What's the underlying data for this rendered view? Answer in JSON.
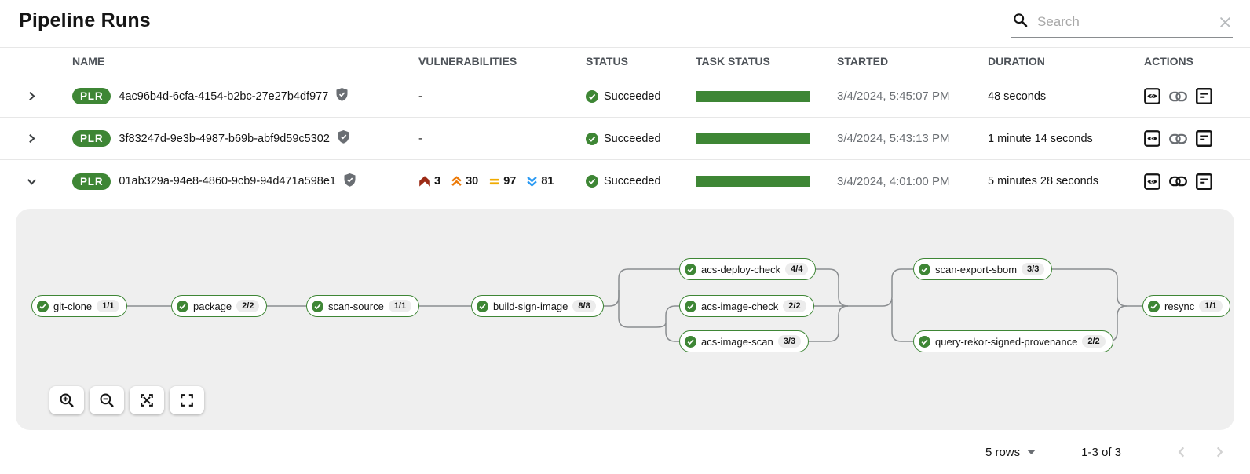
{
  "page": {
    "title": "Pipeline Runs"
  },
  "search": {
    "placeholder": "Search"
  },
  "table": {
    "columns": [
      "NAME",
      "VULNERABILITIES",
      "STATUS",
      "TASK STATUS",
      "STARTED",
      "DURATION",
      "ACTIONS"
    ],
    "rows": [
      {
        "badge": "PLR",
        "name": "4ac96b4d-6cfa-4154-b2bc-27e27b4df977",
        "vulnerabilities": "-",
        "status": "Succeeded",
        "started": "3/4/2024, 5:45:07 PM",
        "duration": "48 seconds",
        "expanded": false
      },
      {
        "badge": "PLR",
        "name": "3f83247d-9e3b-4987-b69b-abf9d59c5302",
        "vulnerabilities": "-",
        "status": "Succeeded",
        "started": "3/4/2024, 5:43:13 PM",
        "duration": "1 minute 14 seconds",
        "expanded": false
      },
      {
        "badge": "PLR",
        "name": "01ab329a-94e8-4860-9cb9-94d471a598e1",
        "vulnerabilities": {
          "critical": "3",
          "high": "30",
          "medium": "97",
          "low": "81"
        },
        "status": "Succeeded",
        "started": "3/4/2024, 4:01:00 PM",
        "duration": "5 minutes 28 seconds",
        "expanded": true
      }
    ]
  },
  "pipeline_graph": {
    "tasks": [
      {
        "name": "git-clone",
        "count": "1/1"
      },
      {
        "name": "package",
        "count": "2/2"
      },
      {
        "name": "scan-source",
        "count": "1/1"
      },
      {
        "name": "build-sign-image",
        "count": "8/8"
      },
      {
        "name": "acs-deploy-check",
        "count": "4/4"
      },
      {
        "name": "acs-image-check",
        "count": "2/2"
      },
      {
        "name": "acs-image-scan",
        "count": "3/3"
      },
      {
        "name": "scan-export-sbom",
        "count": "3/3"
      },
      {
        "name": "query-rekor-signed-provenance",
        "count": "2/2"
      },
      {
        "name": "resync",
        "count": "1/1"
      }
    ],
    "controls": [
      "zoom-in",
      "zoom-out",
      "fit-to-screen",
      "reset-view"
    ]
  },
  "footer": {
    "rows_per_page": "5 rows",
    "range": "1-3 of 3"
  },
  "colors": {
    "success_green": "#3E8635",
    "critical": "#9C2B16",
    "high": "#EC7A08",
    "medium": "#F0AB00",
    "low": "#2B9AF3"
  }
}
